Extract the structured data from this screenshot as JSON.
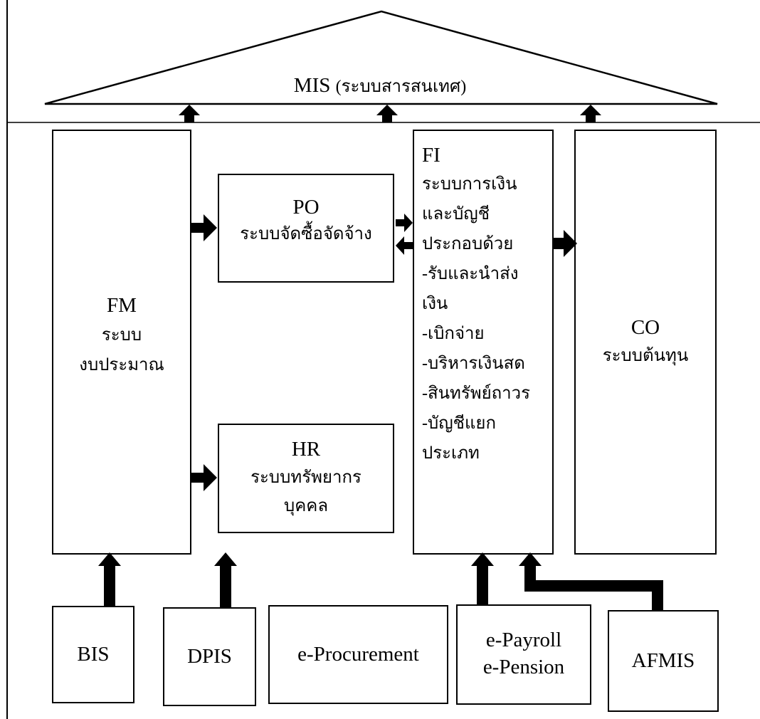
{
  "mis": {
    "abbr": "MIS",
    "name": "(ระบบสารสนเทศ)"
  },
  "modules": {
    "fm": {
      "abbr": "FM",
      "line1": "ระบบ",
      "line2": "งบประมาณ"
    },
    "po": {
      "abbr": "PO",
      "name": "ระบบจัดซื้อจัดจ้าง"
    },
    "hr": {
      "abbr": "HR",
      "line1": "ระบบทรัพยากร",
      "line2": "บุคคล"
    },
    "fi": {
      "abbr": "FI",
      "lines": [
        "ระบบการเงิน",
        "และบัญชี",
        "ประกอบด้วย",
        "-รับและนำส่ง",
        "เงิน",
        "-เบิกจ่าย",
        "-บริหารเงินสด",
        "-สินทรัพย์ถาวร",
        "-บัญชีแยก",
        "ประเภท"
      ]
    },
    "co": {
      "abbr": "CO",
      "name": "ระบบต้นทุน"
    }
  },
  "sources": {
    "bis": "BIS",
    "dpis": "DPIS",
    "eprocurement": "e-Procurement",
    "epayroll": "e-Payroll",
    "epension": "e-Pension",
    "afmis": "AFMIS"
  }
}
